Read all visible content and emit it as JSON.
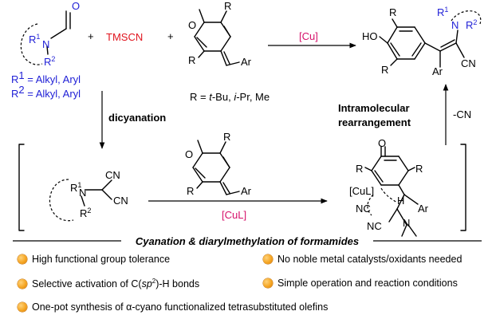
{
  "reagents": {
    "tmscn": "TMSCN",
    "plus": "+"
  },
  "labels": {
    "oxygen": "O",
    "nitrogen": "N",
    "r": "R",
    "r1": "R",
    "r1_sup": "1",
    "r2": "R",
    "r2_sup": "2",
    "ar": "Ar",
    "ho": "HO",
    "cn": "CN",
    "h": "H",
    "cul_complex": "[CuL]"
  },
  "substituents": {
    "r1_def": "R1 = Alkyl, Aryl",
    "r2_def": "R2 = Alkyl, Aryl",
    "r_prefix": "R = ",
    "r_tbu": "t",
    "r_tbu_rest": "-Bu, ",
    "r_ipr": "i",
    "r_ipr_rest": "-Pr, Me"
  },
  "conditions": {
    "cu": "[Cu]",
    "cul": "[CuL]",
    "dicyanation": "dicyanation",
    "rearrangement_line1": "Intramolecular",
    "rearrangement_line2": "rearrangement",
    "minus_cn": "-CN"
  },
  "title": "Cyanation & diarylmethylation of formamides",
  "features": [
    "High functional group tolerance",
    "No noble metal catalysts/oxidants needed",
    "Selective activation of C(sp2)-H bonds",
    "Simple operation and reaction conditions",
    "One-pot synthesis of α-cyano functionalized tetrasubstituted olefins"
  ],
  "feature_parts": {
    "f3_pre": "Selective activation of C(",
    "f3_sp": "sp",
    "f3_sup": "2",
    "f3_post": ")-H bonds"
  },
  "colors": {
    "reagent_red": "#e0141e",
    "catalyst_magenta": "#d6126b",
    "substituent_blue": "#1f1fd6",
    "bullet_orange": "#f5a623"
  }
}
